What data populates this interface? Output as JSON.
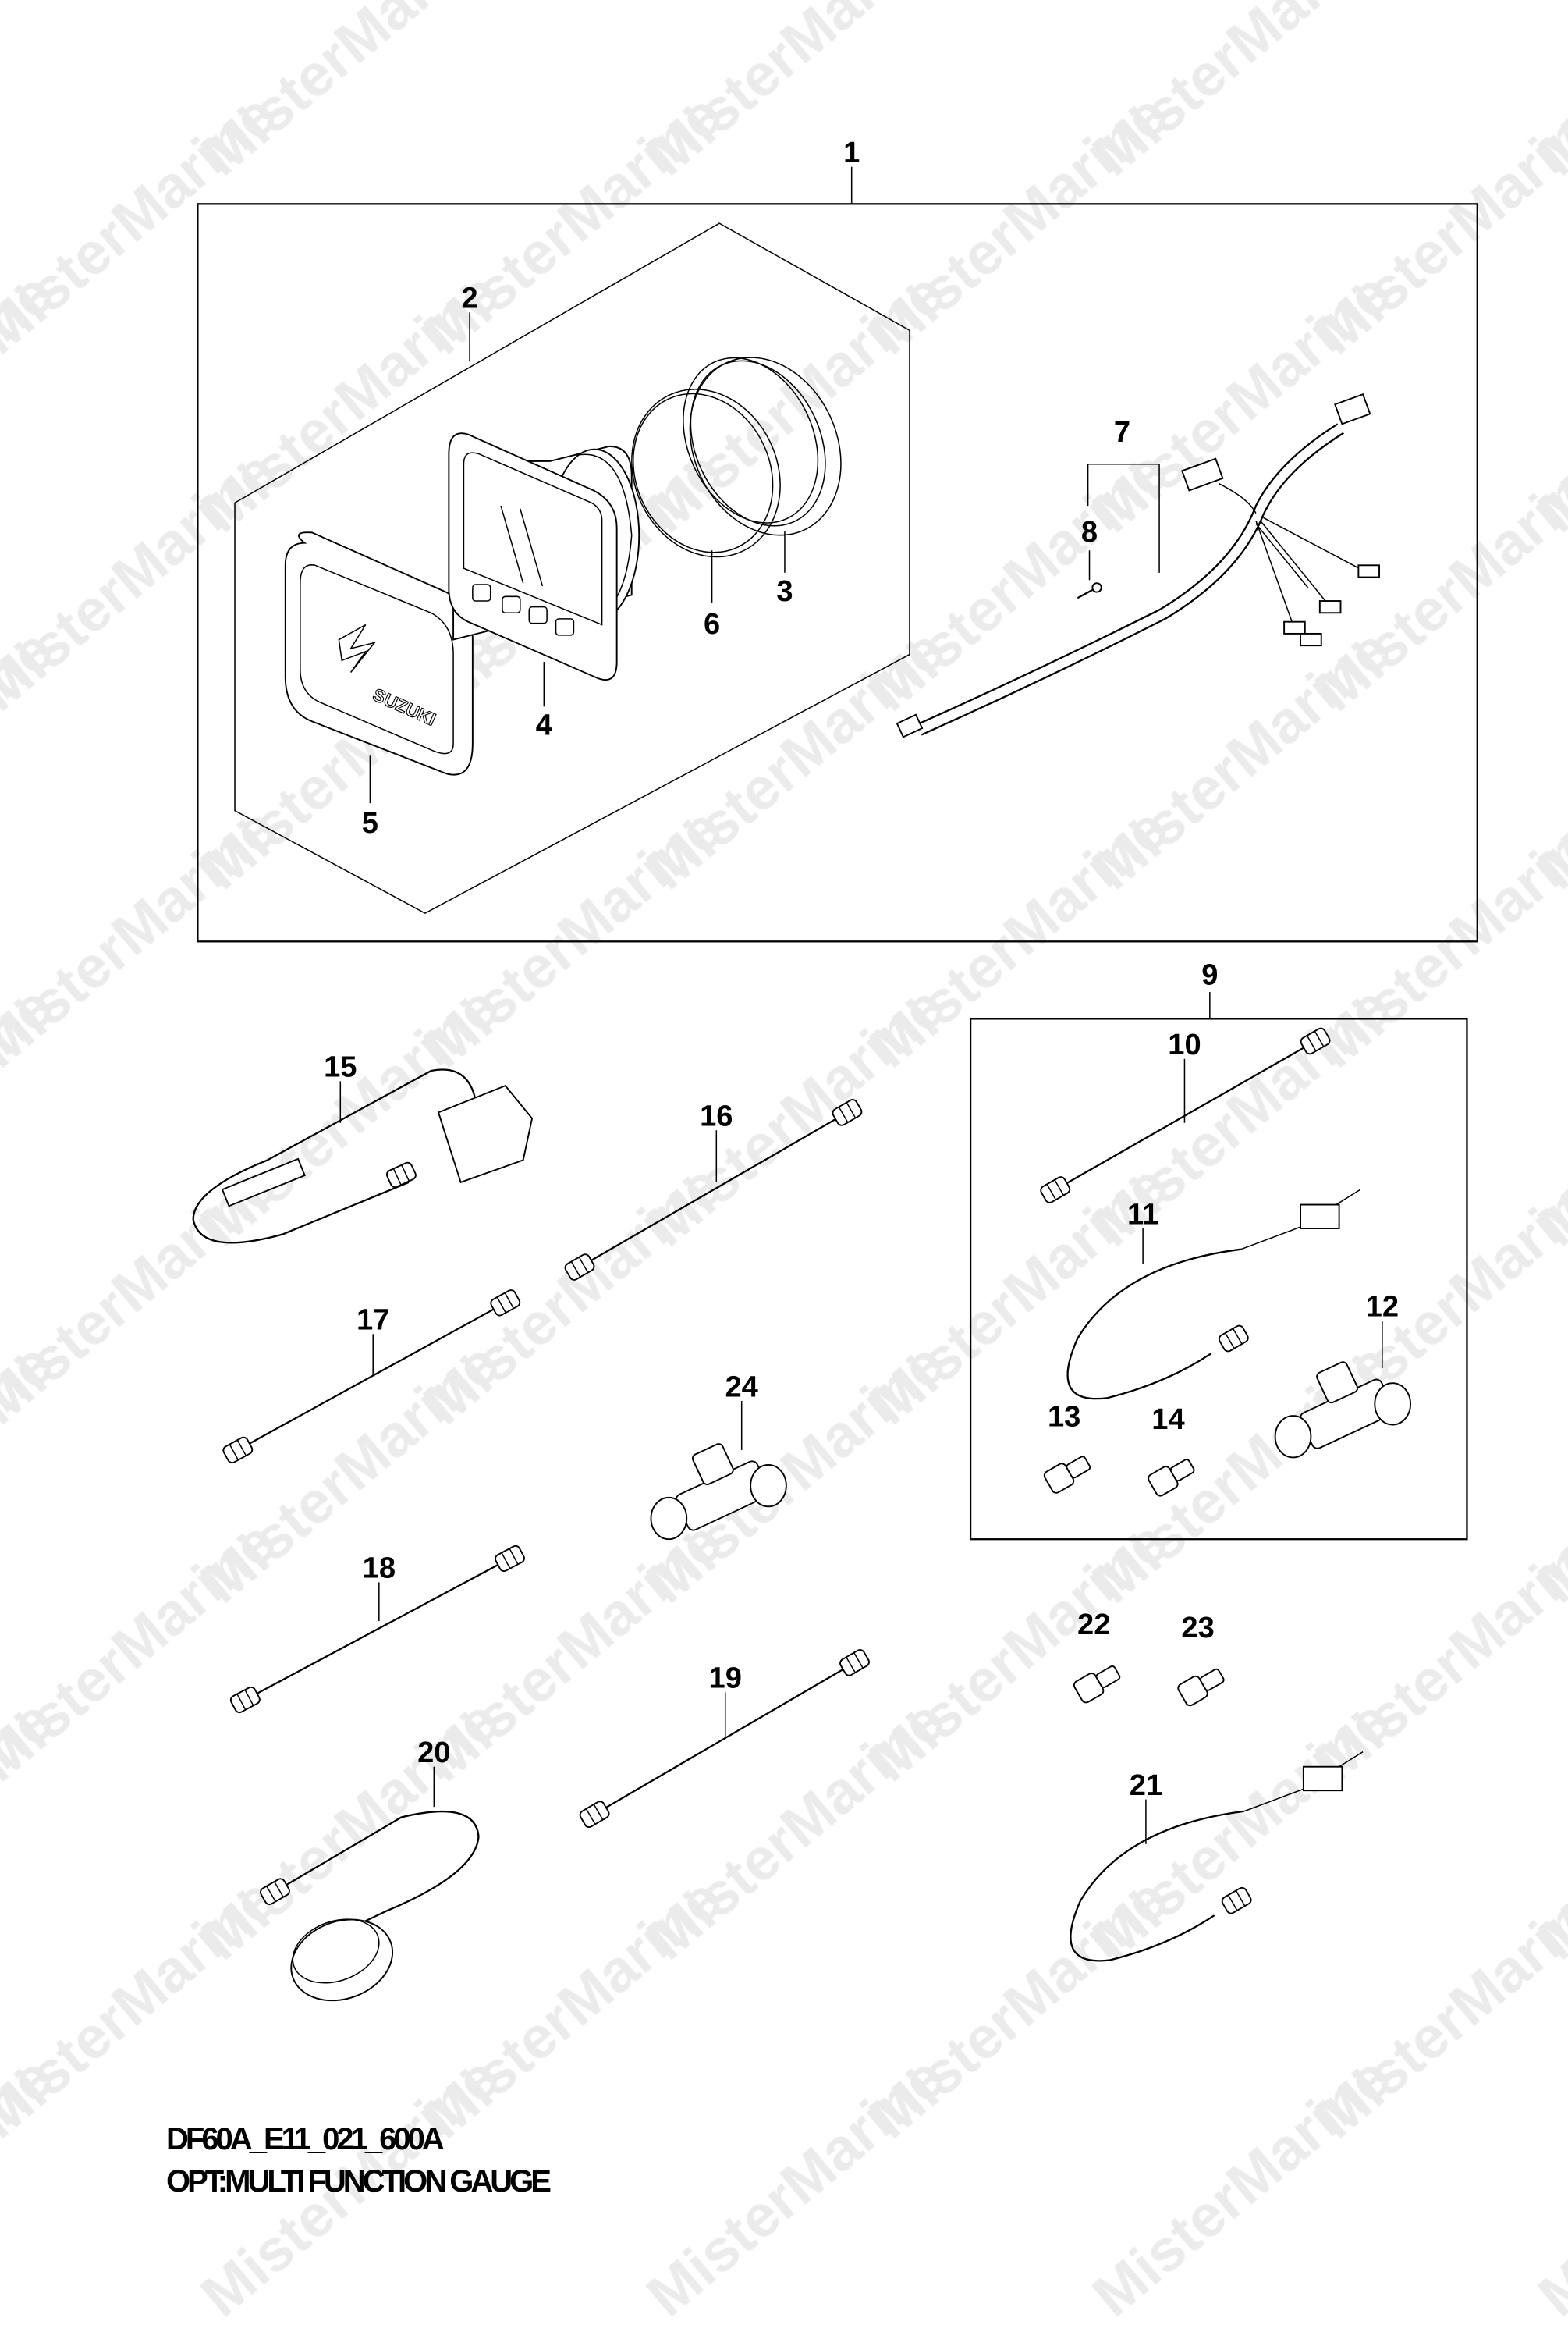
{
  "watermark": "MisterMarine",
  "diagram": {
    "code": "DF60A_E11_021_600A",
    "title": "OPT:MULTI FUNCTION GAUGE",
    "logo_text": "SUZUKI",
    "callouts": [
      "1",
      "2",
      "3",
      "4",
      "5",
      "6",
      "7",
      "8",
      "9",
      "10",
      "11",
      "12",
      "13",
      "14",
      "15",
      "16",
      "17",
      "18",
      "19",
      "20",
      "21",
      "22",
      "23",
      "24"
    ]
  }
}
